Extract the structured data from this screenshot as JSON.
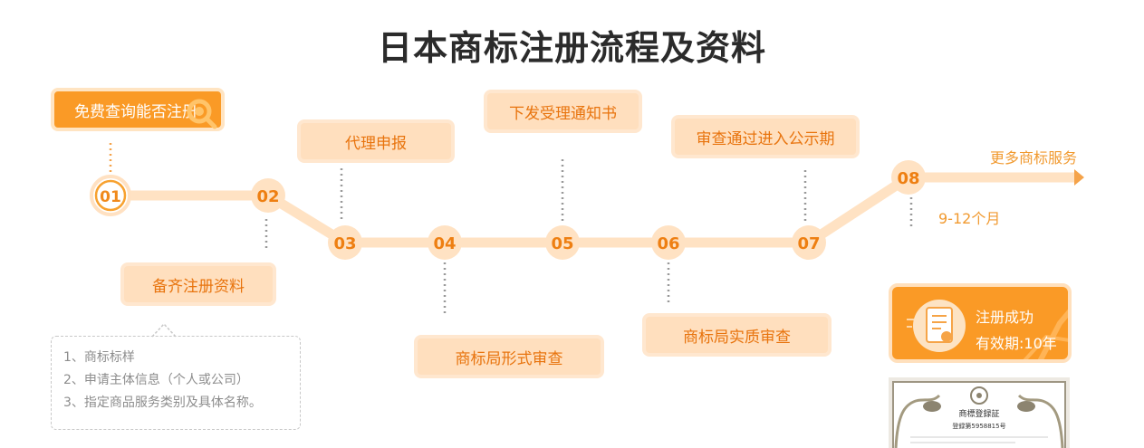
{
  "title": "日本商标注册流程及资料",
  "steps": [
    {
      "num": "01",
      "label": "免费查询能否注册"
    },
    {
      "num": "02",
      "label": "备齐注册资料"
    },
    {
      "num": "03",
      "label": "代理申报"
    },
    {
      "num": "04",
      "label": "商标局形式审查"
    },
    {
      "num": "05",
      "label": "下发受理通知书"
    },
    {
      "num": "06",
      "label": "商标局实质审查"
    },
    {
      "num": "07",
      "label": "审查通过进入公示期"
    },
    {
      "num": "08",
      "label": "更多商标服务"
    }
  ],
  "duration_label": "9-12个月",
  "materials": [
    "1、商标标样",
    "2、申请主体信息（个人或公司）",
    "3、指定商品服务类别及具体名称。"
  ],
  "success": {
    "line1": "注册成功",
    "line2": "有效期:10年"
  },
  "certificate": {
    "heading": "商標登録証",
    "number": "登録第5958815号"
  },
  "colors": {
    "accent": "#fa9a26",
    "accent_text": "#e8740e",
    "track": "#ffe2c3",
    "label_bg": "#ffdfbe"
  }
}
